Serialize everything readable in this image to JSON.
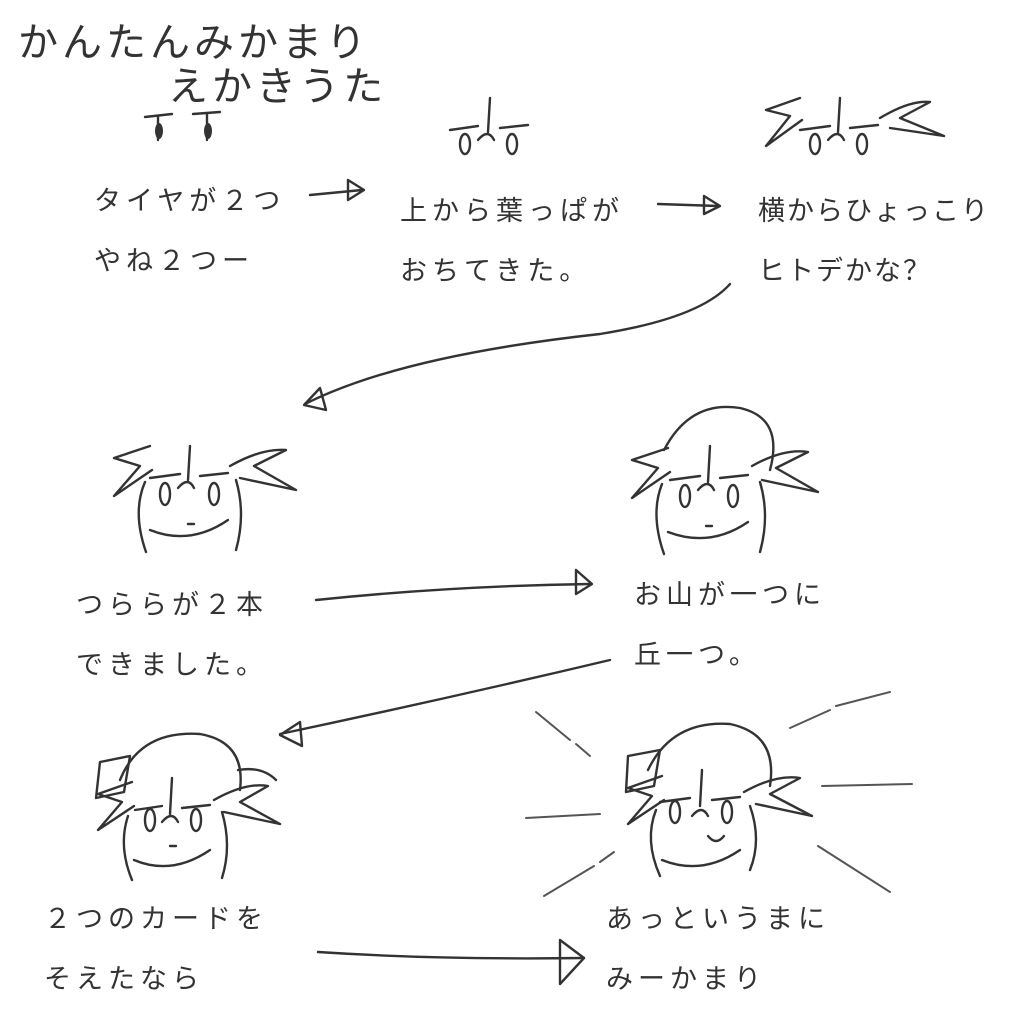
{
  "title": {
    "line1": "かんたんみかまり",
    "line2": "えかきうた"
  },
  "steps": [
    {
      "lines": [
        "タイヤが２つ",
        "やね２つー"
      ]
    },
    {
      "lines": [
        "上から葉っぱが",
        "おちてきた。"
      ]
    },
    {
      "lines": [
        "横からひょっこり",
        "ヒトデかな？"
      ]
    },
    {
      "lines": [
        "つららが２本",
        "できました。"
      ]
    },
    {
      "lines": [
        "お山が一つに",
        "丘一つ。"
      ]
    },
    {
      "lines": [
        "２つのカードを",
        "そえたなら"
      ]
    },
    {
      "lines": [
        "あっというまに",
        "みーかまり"
      ]
    }
  ]
}
